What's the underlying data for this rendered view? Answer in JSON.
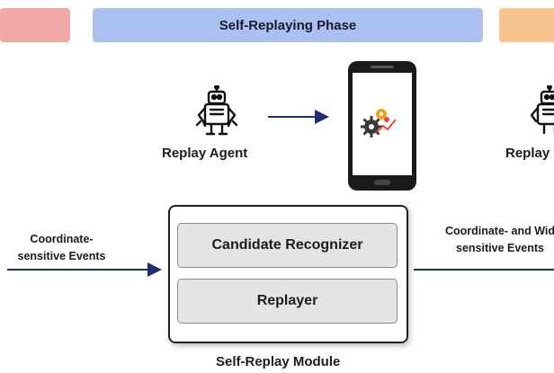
{
  "phase_banner": {
    "title": "Self-Replaying Phase",
    "colors": {
      "left": "#f2a7a7",
      "main": "#a9c0f0",
      "right": "#f7c48f"
    }
  },
  "replay_agent": {
    "label": "Replay Agent",
    "icon": "robot-icon"
  },
  "replay_agent_right": {
    "label": "Replay",
    "icon": "robot-icon"
  },
  "device": {
    "icon": "smartphone-icon",
    "screen_icon": "gears-icon"
  },
  "module": {
    "title": "Self-Replay Module",
    "components": [
      "Candidate Recognizer",
      "Replayer"
    ]
  },
  "input_events": {
    "line1": "Coordinate-",
    "line2": "sensitive Events"
  },
  "output_events": {
    "line1": "Coordinate- and Wid",
    "line2": "sensitive Events"
  }
}
